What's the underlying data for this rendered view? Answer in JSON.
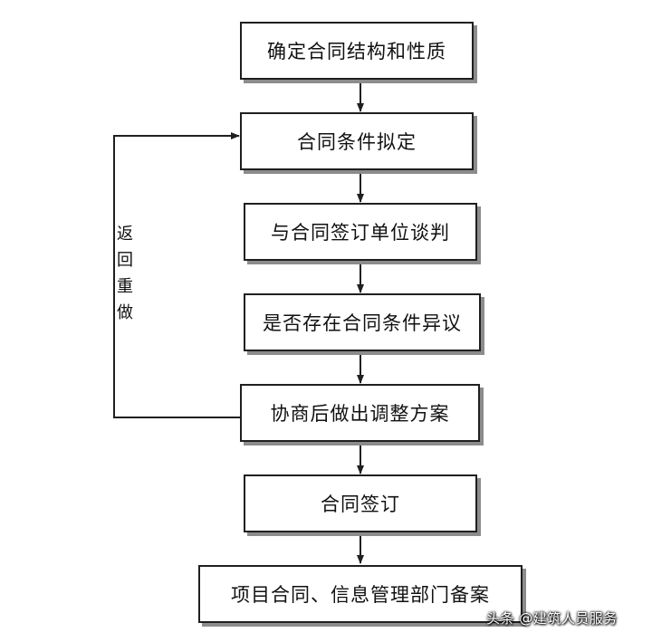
{
  "steps": [
    "确定合同结构和性质",
    "合同条件拟定",
    "与合同签订单位谈判",
    "是否存在合同条件异议",
    "协商后做出调整方案",
    "合同签订",
    "项目合同、信息管理部门备案"
  ],
  "loop_label": "返回重做",
  "watermark": "头条 @建筑人员服务",
  "colors": {
    "line": "#1f1f1f",
    "box_shadow": "#8c8c8c",
    "background": "#ffffff"
  }
}
